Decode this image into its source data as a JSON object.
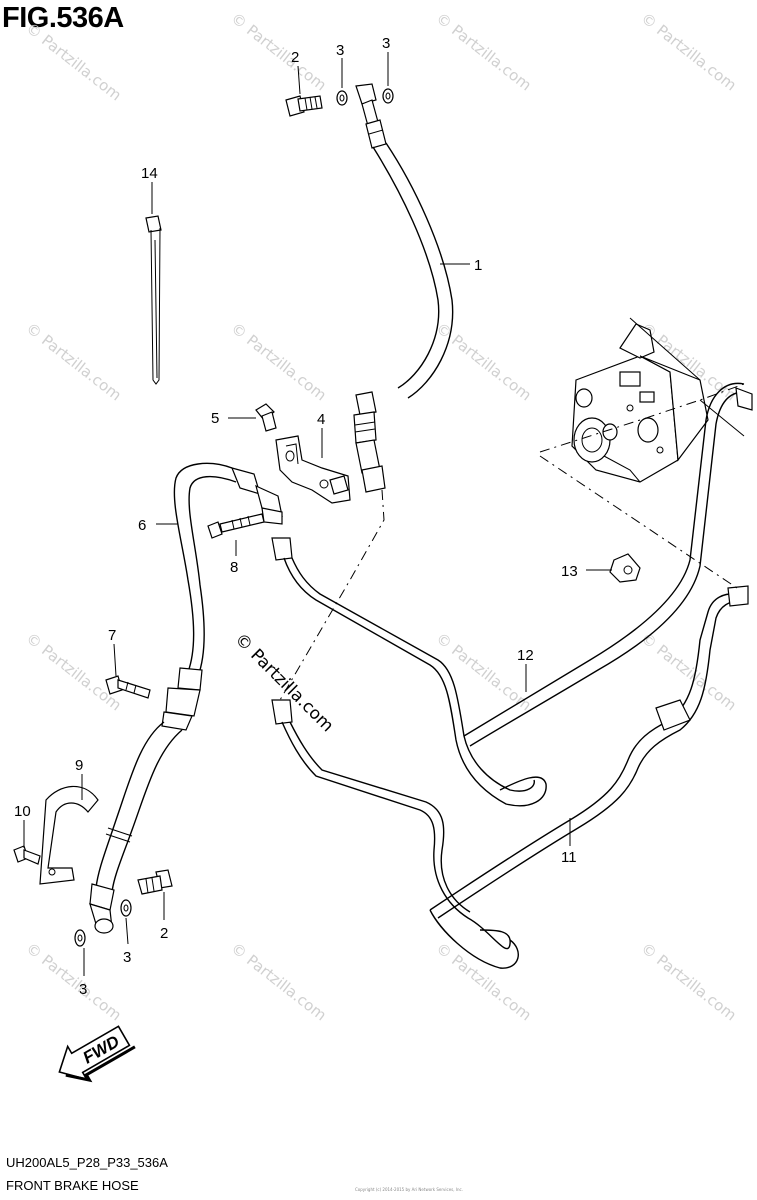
{
  "figure": {
    "title": "FIG.536A",
    "model_code": "UH200AL5_P28_P33_536A",
    "name": "FRONT BRAKE HOSE",
    "copyright_line": "Copyright (c) 2014-2015 by Ari Network Services, Inc."
  },
  "watermark": {
    "text": "© Partzilla.com"
  },
  "fwd_label": "FWD",
  "callouts": [
    {
      "id": "c1",
      "label": "1"
    },
    {
      "id": "c2a",
      "label": "2"
    },
    {
      "id": "c2b",
      "label": "2"
    },
    {
      "id": "c3a",
      "label": "3"
    },
    {
      "id": "c3b",
      "label": "3"
    },
    {
      "id": "c3c",
      "label": "3"
    },
    {
      "id": "c3d",
      "label": "3"
    },
    {
      "id": "c4",
      "label": "4"
    },
    {
      "id": "c5",
      "label": "5"
    },
    {
      "id": "c6",
      "label": "6"
    },
    {
      "id": "c7",
      "label": "7"
    },
    {
      "id": "c8",
      "label": "8"
    },
    {
      "id": "c9",
      "label": "9"
    },
    {
      "id": "c10",
      "label": "10"
    },
    {
      "id": "c11",
      "label": "11"
    },
    {
      "id": "c12",
      "label": "12"
    },
    {
      "id": "c13",
      "label": "13"
    },
    {
      "id": "c14",
      "label": "14"
    }
  ]
}
